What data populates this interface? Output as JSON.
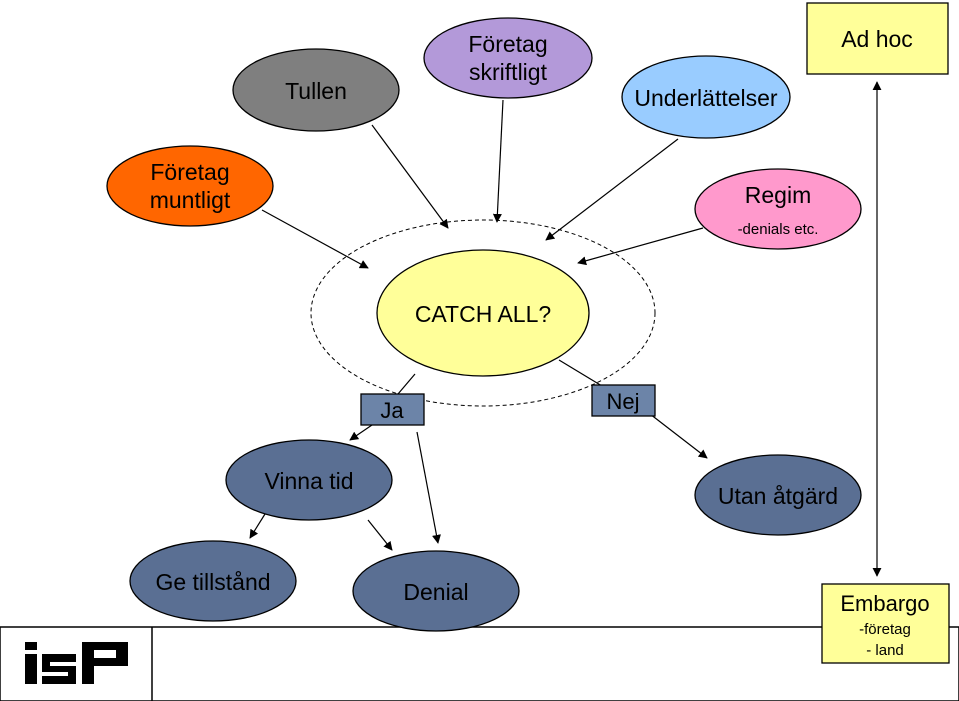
{
  "nodes": {
    "tullen": {
      "label": "Tullen",
      "color": "#7f7f7f"
    },
    "foretag_skriftligt": {
      "line1": "Företag",
      "line2": "skriftligt",
      "color": "#b399d9"
    },
    "underlattelser": {
      "label": "Underlättelser",
      "color": "#99ccff"
    },
    "ad_hoc": {
      "label": "Ad hoc",
      "color": "#ffff99"
    },
    "foretag_muntligt": {
      "line1": "Företag",
      "line2": "muntligt",
      "color": "#ff6600"
    },
    "regim": {
      "label": "Regim",
      "sublabel": "-denials etc.",
      "color": "#ff99cc"
    },
    "catch_all": {
      "label": "CATCH ALL?",
      "color": "#ffff99"
    },
    "ja": {
      "label": "Ja",
      "color": "#6c84a8"
    },
    "nej": {
      "label": "Nej",
      "color": "#6c84a8"
    },
    "vinna_tid": {
      "label": "Vinna tid",
      "color": "#5a6f93"
    },
    "utan_atgard": {
      "label": "Utan åtgärd",
      "color": "#5a6f93"
    },
    "ge_tillstand": {
      "label": "Ge tillstånd",
      "color": "#5a6f93"
    },
    "denial": {
      "label": "Denial",
      "color": "#5a6f93"
    },
    "embargo": {
      "label": "Embargo",
      "line2": "-företag",
      "line3": "- land",
      "color": "#ffff99"
    }
  },
  "footer": {
    "logo_text": "iSP"
  }
}
